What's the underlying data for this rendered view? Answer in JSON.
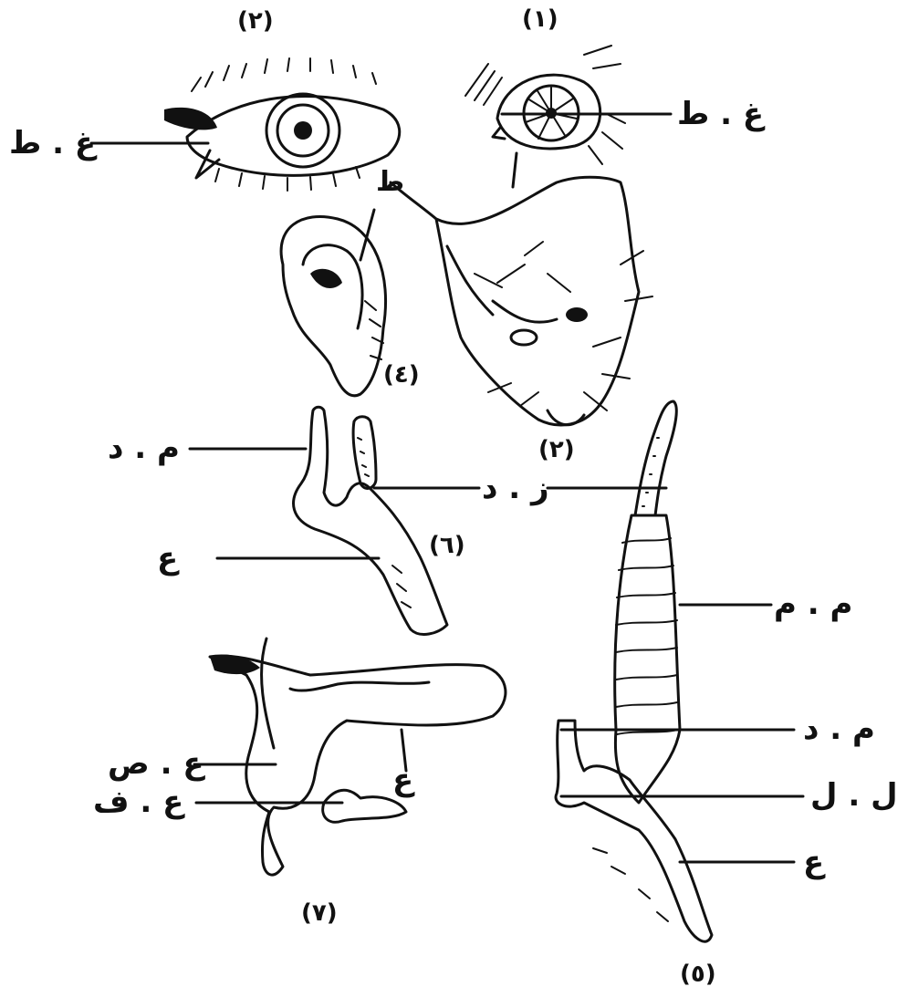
{
  "figure_numbers": {
    "n1": "(١)",
    "n2": "(٢)",
    "n3": "(٢)",
    "n4": "(٤)",
    "n5": "(٥)",
    "n6": "(٦)",
    "n7": "(٧)"
  },
  "labels": {
    "eye1": "غ . ط",
    "eye3": "غ . ط",
    "ear4": "ط",
    "fig6_top": "م . د",
    "fig6_mid": "ز . د",
    "fig6_bottom": "ع",
    "fig5_top": "م . م",
    "fig5_mid": "م . د",
    "fig5_lower": "ل . ل",
    "fig5_bottom": "ع",
    "fig7_top": "ع . ص",
    "fig7_right": "ع",
    "fig7_bottom": "ع . ف"
  }
}
